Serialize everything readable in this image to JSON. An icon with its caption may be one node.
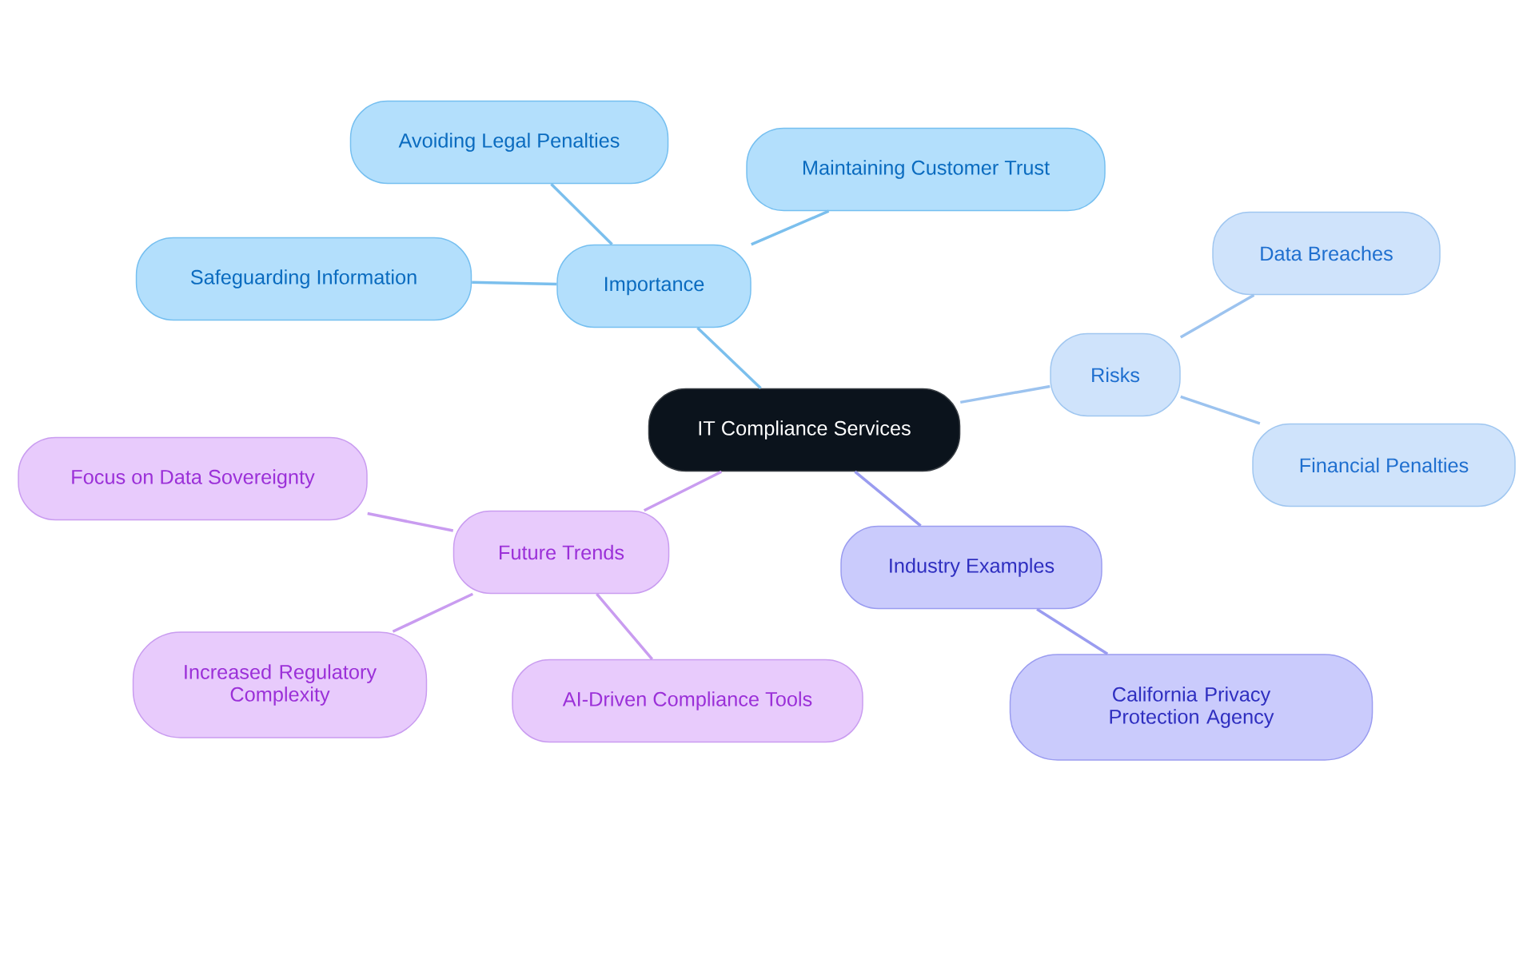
{
  "diagram": {
    "nodes": [
      {
        "text": [
          "IT Compliance Services"
        ]
      },
      {
        "text": [
          "Importance"
        ]
      },
      {
        "text": [
          "Avoiding Legal Penalties"
        ]
      },
      {
        "text": [
          "Maintaining Customer Trust"
        ]
      },
      {
        "text": [
          "Safeguarding Information"
        ]
      },
      {
        "text": [
          "Risks"
        ]
      },
      {
        "text": [
          "Data Breaches"
        ]
      },
      {
        "text": [
          "Financial Penalties"
        ]
      },
      {
        "text": [
          "Industry Examples"
        ]
      },
      {
        "text": [
          "California Privacy Protection Agency"
        ]
      },
      {
        "text": [
          "Future Trends"
        ]
      },
      {
        "text": [
          "Focus on Data Sovereignty"
        ]
      },
      {
        "text": [
          "Increased Regulatory Complexity"
        ]
      },
      {
        "text": [
          "AI-Driven Compliance Tools"
        ]
      }
    ],
    "edges": [
      {
        "from": 0,
        "to": 1,
        "arrow": "none",
        "color": "#7bbfed"
      },
      {
        "from": 1,
        "to": 2,
        "arrow": "none",
        "color": "#7bbfed"
      },
      {
        "from": 1,
        "to": 3,
        "arrow": "none",
        "color": "#7bbfed"
      },
      {
        "from": 1,
        "to": 4,
        "arrow": "none",
        "color": "#7bbfed"
      },
      {
        "from": 0,
        "to": 5,
        "arrow": "none",
        "color": "#9cc3ef"
      },
      {
        "from": 5,
        "to": 6,
        "arrow": "none",
        "color": "#9cc3ef"
      },
      {
        "from": 5,
        "to": 7,
        "arrow": "none",
        "color": "#9cc3ef"
      },
      {
        "from": 0,
        "to": 8,
        "arrow": "none",
        "color": "#9a9cf0"
      },
      {
        "from": 8,
        "to": 9,
        "arrow": "none",
        "color": "#9a9cf0"
      },
      {
        "from": 0,
        "to": 10,
        "arrow": "none",
        "color": "#c99cf0"
      },
      {
        "from": 10,
        "to": 11,
        "arrow": "none",
        "color": "#c99cf0"
      },
      {
        "from": 10,
        "to": 12,
        "arrow": "none",
        "color": "#c99cf0"
      },
      {
        "from": 10,
        "to": 13,
        "arrow": "none",
        "color": "#c99cf0"
      }
    ]
  }
}
